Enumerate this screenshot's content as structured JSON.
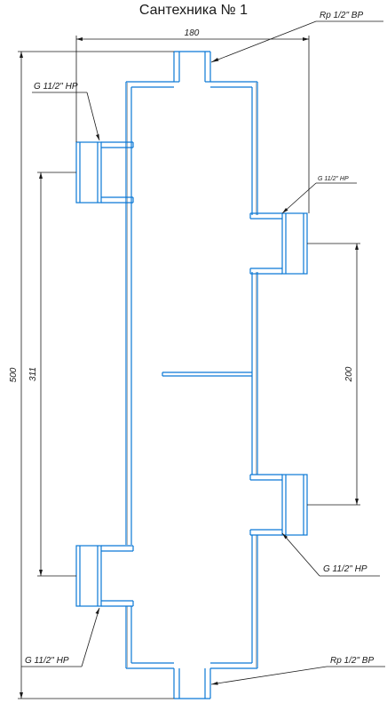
{
  "title": "Сантехника № 1",
  "colors": {
    "outline": "#0a78d6",
    "lines": "#1a1a1a"
  },
  "dimensions": {
    "width_top": "180",
    "height_total": "500",
    "left_spacing": "311",
    "right_spacing": "200"
  },
  "callouts": {
    "top_right": "Rp 1/2\" BP",
    "left_upper": "G 11/2\" HP",
    "right_upper": "G 11/2\" HP",
    "right_lower": "G 11/2\" HP",
    "left_lower": "G 11/2\" HP",
    "bottom_right": "Rp 1/2\" BP"
  }
}
